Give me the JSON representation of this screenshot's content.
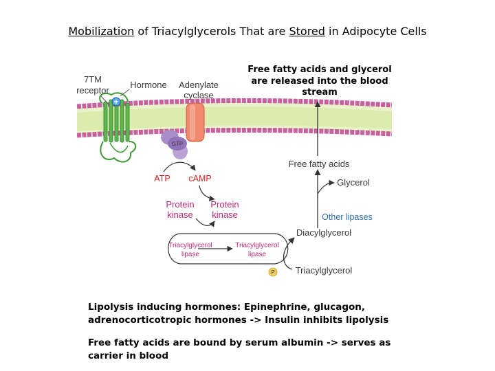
{
  "title": {
    "word1": "Mobilization",
    "part2": " of Triacylglycerols That are ",
    "word3": "Stored",
    "part4": " in Adipocyte Cells"
  },
  "top_note": "Free fatty acids and glycerol are released into the blood stream",
  "notes": [
    "Lipolysis inducing hormones: Epinephrine, glucagon, adrenocorticotropic hormones -> Insulin inhibits lipolysis",
    "Free fatty acids are bound by serum albumin -> serves as carrier in blood"
  ],
  "diagram": {
    "receptor_line1": "7TM",
    "receptor_line2": "receptor",
    "hormone": "Hormone",
    "cyclase_line1": "Adenylate",
    "cyclase_line2": "cyclase",
    "gtp": "GTP",
    "atp": "ATP",
    "camp": "cAMP",
    "pk_inactive_line1": "Protein",
    "pk_inactive_line2": "kinase",
    "pk_active_line1": "Protein",
    "pk_active_line2": "kinase",
    "tgl_inactive_line1": "Triacylglycerol",
    "tgl_inactive_line2": "lipase",
    "tgl_active_line1": "Triacylglycerol",
    "tgl_active_line2": "lipase",
    "phosphate": "P",
    "ffa": "Free fatty acids",
    "glycerol": "Glycerol",
    "other_lipases": "Other lipases",
    "dag": "Diacylglycerol",
    "tag": "Triacylglycerol"
  },
  "colors": {
    "membrane": "#c9609e",
    "membrane_core": "#d8e8a8",
    "receptor": "#5cb84a",
    "cyclase": "#f0896e",
    "gprotein": "#a98dc8",
    "arrow": "#333333",
    "pink_text": "#c0287a",
    "blue_text": "#2d6fb3",
    "red_text": "#d02222",
    "phosphate": "#f5d060"
  }
}
